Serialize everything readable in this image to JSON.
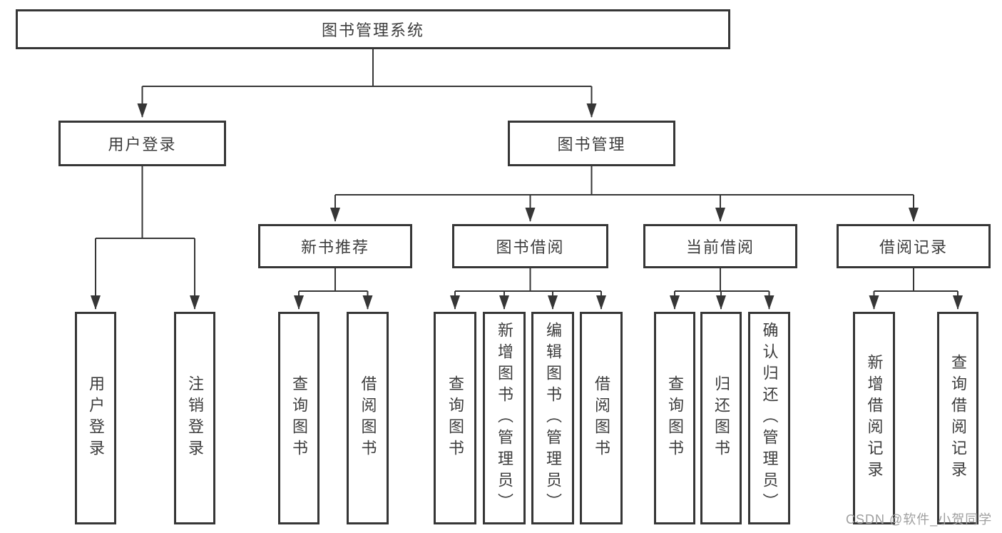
{
  "diagram": {
    "root": {
      "label": "图书管理系统"
    },
    "branches": [
      {
        "label": "用户登录",
        "children": [
          "用户登录",
          "注销登录"
        ]
      },
      {
        "label": "图书管理",
        "sections": [
          {
            "label": "新书推荐",
            "children": [
              "查询图书",
              "借阅图书"
            ]
          },
          {
            "label": "图书借阅",
            "children": [
              "查询图书",
              "新增图书（管理员）",
              "编辑图书（管理员）",
              "借阅图书"
            ]
          },
          {
            "label": "当前借阅",
            "children": [
              "查询图书",
              "归还图书",
              "确认归还（管理员）"
            ]
          },
          {
            "label": "借阅记录",
            "children": [
              "新增借阅记录",
              "查询借阅记录"
            ]
          }
        ]
      }
    ]
  },
  "watermark": {
    "text": "CSDN @软件_小贺同学"
  },
  "colors": {
    "line": "#363636",
    "text": "#3d3d3d",
    "watermark": "#9f9f9f",
    "background": "#ffffff"
  }
}
